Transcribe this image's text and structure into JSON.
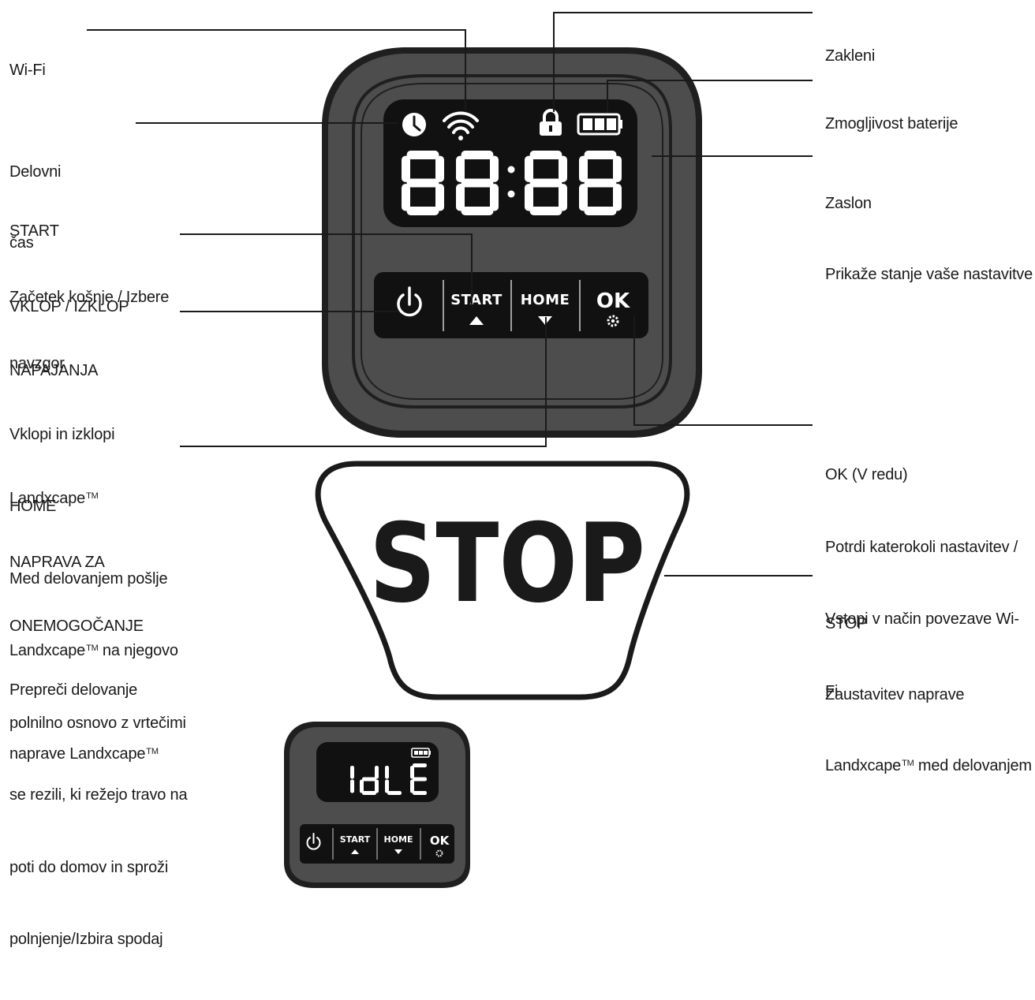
{
  "labels": {
    "wifi": "Wi-Fi",
    "worktime": [
      "Delovni",
      "čas"
    ],
    "start": [
      "START",
      "Začetek košnje / Izbere",
      "navzgor"
    ],
    "power_1": [
      "VKLOP / IZKLOP",
      "NAPAJANJA",
      "Vklopi in izklopi"
    ],
    "power_brand": "Landxcape",
    "power_2": [
      "NAPRAVA ZA",
      "ONEMOGOČANJE",
      "Prepreči delovanje"
    ],
    "power_3": "naprave Landxcape",
    "home_1": [
      "HOME",
      "Med delovanjem pošlje"
    ],
    "home_brand": "Landxcape",
    "home_brand_rest": " na njegovo",
    "home_2": [
      "polnilno osnovo z vrtečimi",
      "se rezili, ki režejo travo na",
      "poti do domov in sproži",
      "polnjenje/Izbira spodaj"
    ],
    "lock": "Zakleni",
    "battery": "Zmogljivost baterije",
    "screen": [
      "Zaslon",
      "Prikaže stanje vaše nastavitve"
    ],
    "ok": [
      "OK (V redu)",
      "Potrdi katerokoli nastavitev /",
      "Vstopi v način povezave Wi-",
      "Fi"
    ],
    "stop": [
      "STOP",
      "Zaustavitev naprave"
    ],
    "stop_brand": "Landxcape",
    "stop_rest": " med delovanjem",
    "tm": "TM"
  },
  "panel": {
    "display_text": "88:88",
    "btn_start": "START",
    "btn_home": "HOME",
    "btn_ok": "OK"
  },
  "stop_button": {
    "label": "STOP"
  },
  "mini_panel": {
    "display_text": "IdLE",
    "btn_start": "START",
    "btn_home": "HOME",
    "btn_ok": "OK"
  },
  "icons": [
    "clock-icon",
    "wifi-icon",
    "lock-icon",
    "battery-icon",
    "power-icon",
    "gear-icon",
    "arrow-up-icon",
    "arrow-down-icon"
  ],
  "colors": {
    "body": "#4d4d4d",
    "rim": "#1f1f1f",
    "screen": "#111111",
    "ink": "#1a1a1a",
    "lit": "#ffffff"
  }
}
